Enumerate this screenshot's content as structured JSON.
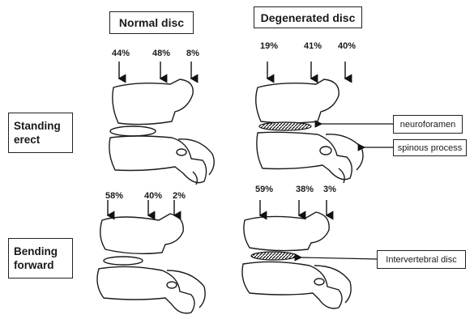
{
  "columns": {
    "normal": "Normal disc",
    "degenerated": "Degenerated  disc"
  },
  "rows": {
    "standing": [
      "Standing",
      "erect"
    ],
    "bending": [
      "Bending",
      "forward"
    ]
  },
  "percentages": {
    "standing_normal": [
      "44%",
      "48%",
      "8%"
    ],
    "standing_degenerated": [
      "19%",
      "41%",
      "40%"
    ],
    "bending_normal": [
      "58%",
      "40%",
      "2%"
    ],
    "bending_degenerated": [
      "59%",
      "38%",
      "3%"
    ]
  },
  "callouts": {
    "neuroforamen": "neuroforamen",
    "spinous_process": "spinous process",
    "intervertebral_disc": "Intervertebral disc"
  }
}
